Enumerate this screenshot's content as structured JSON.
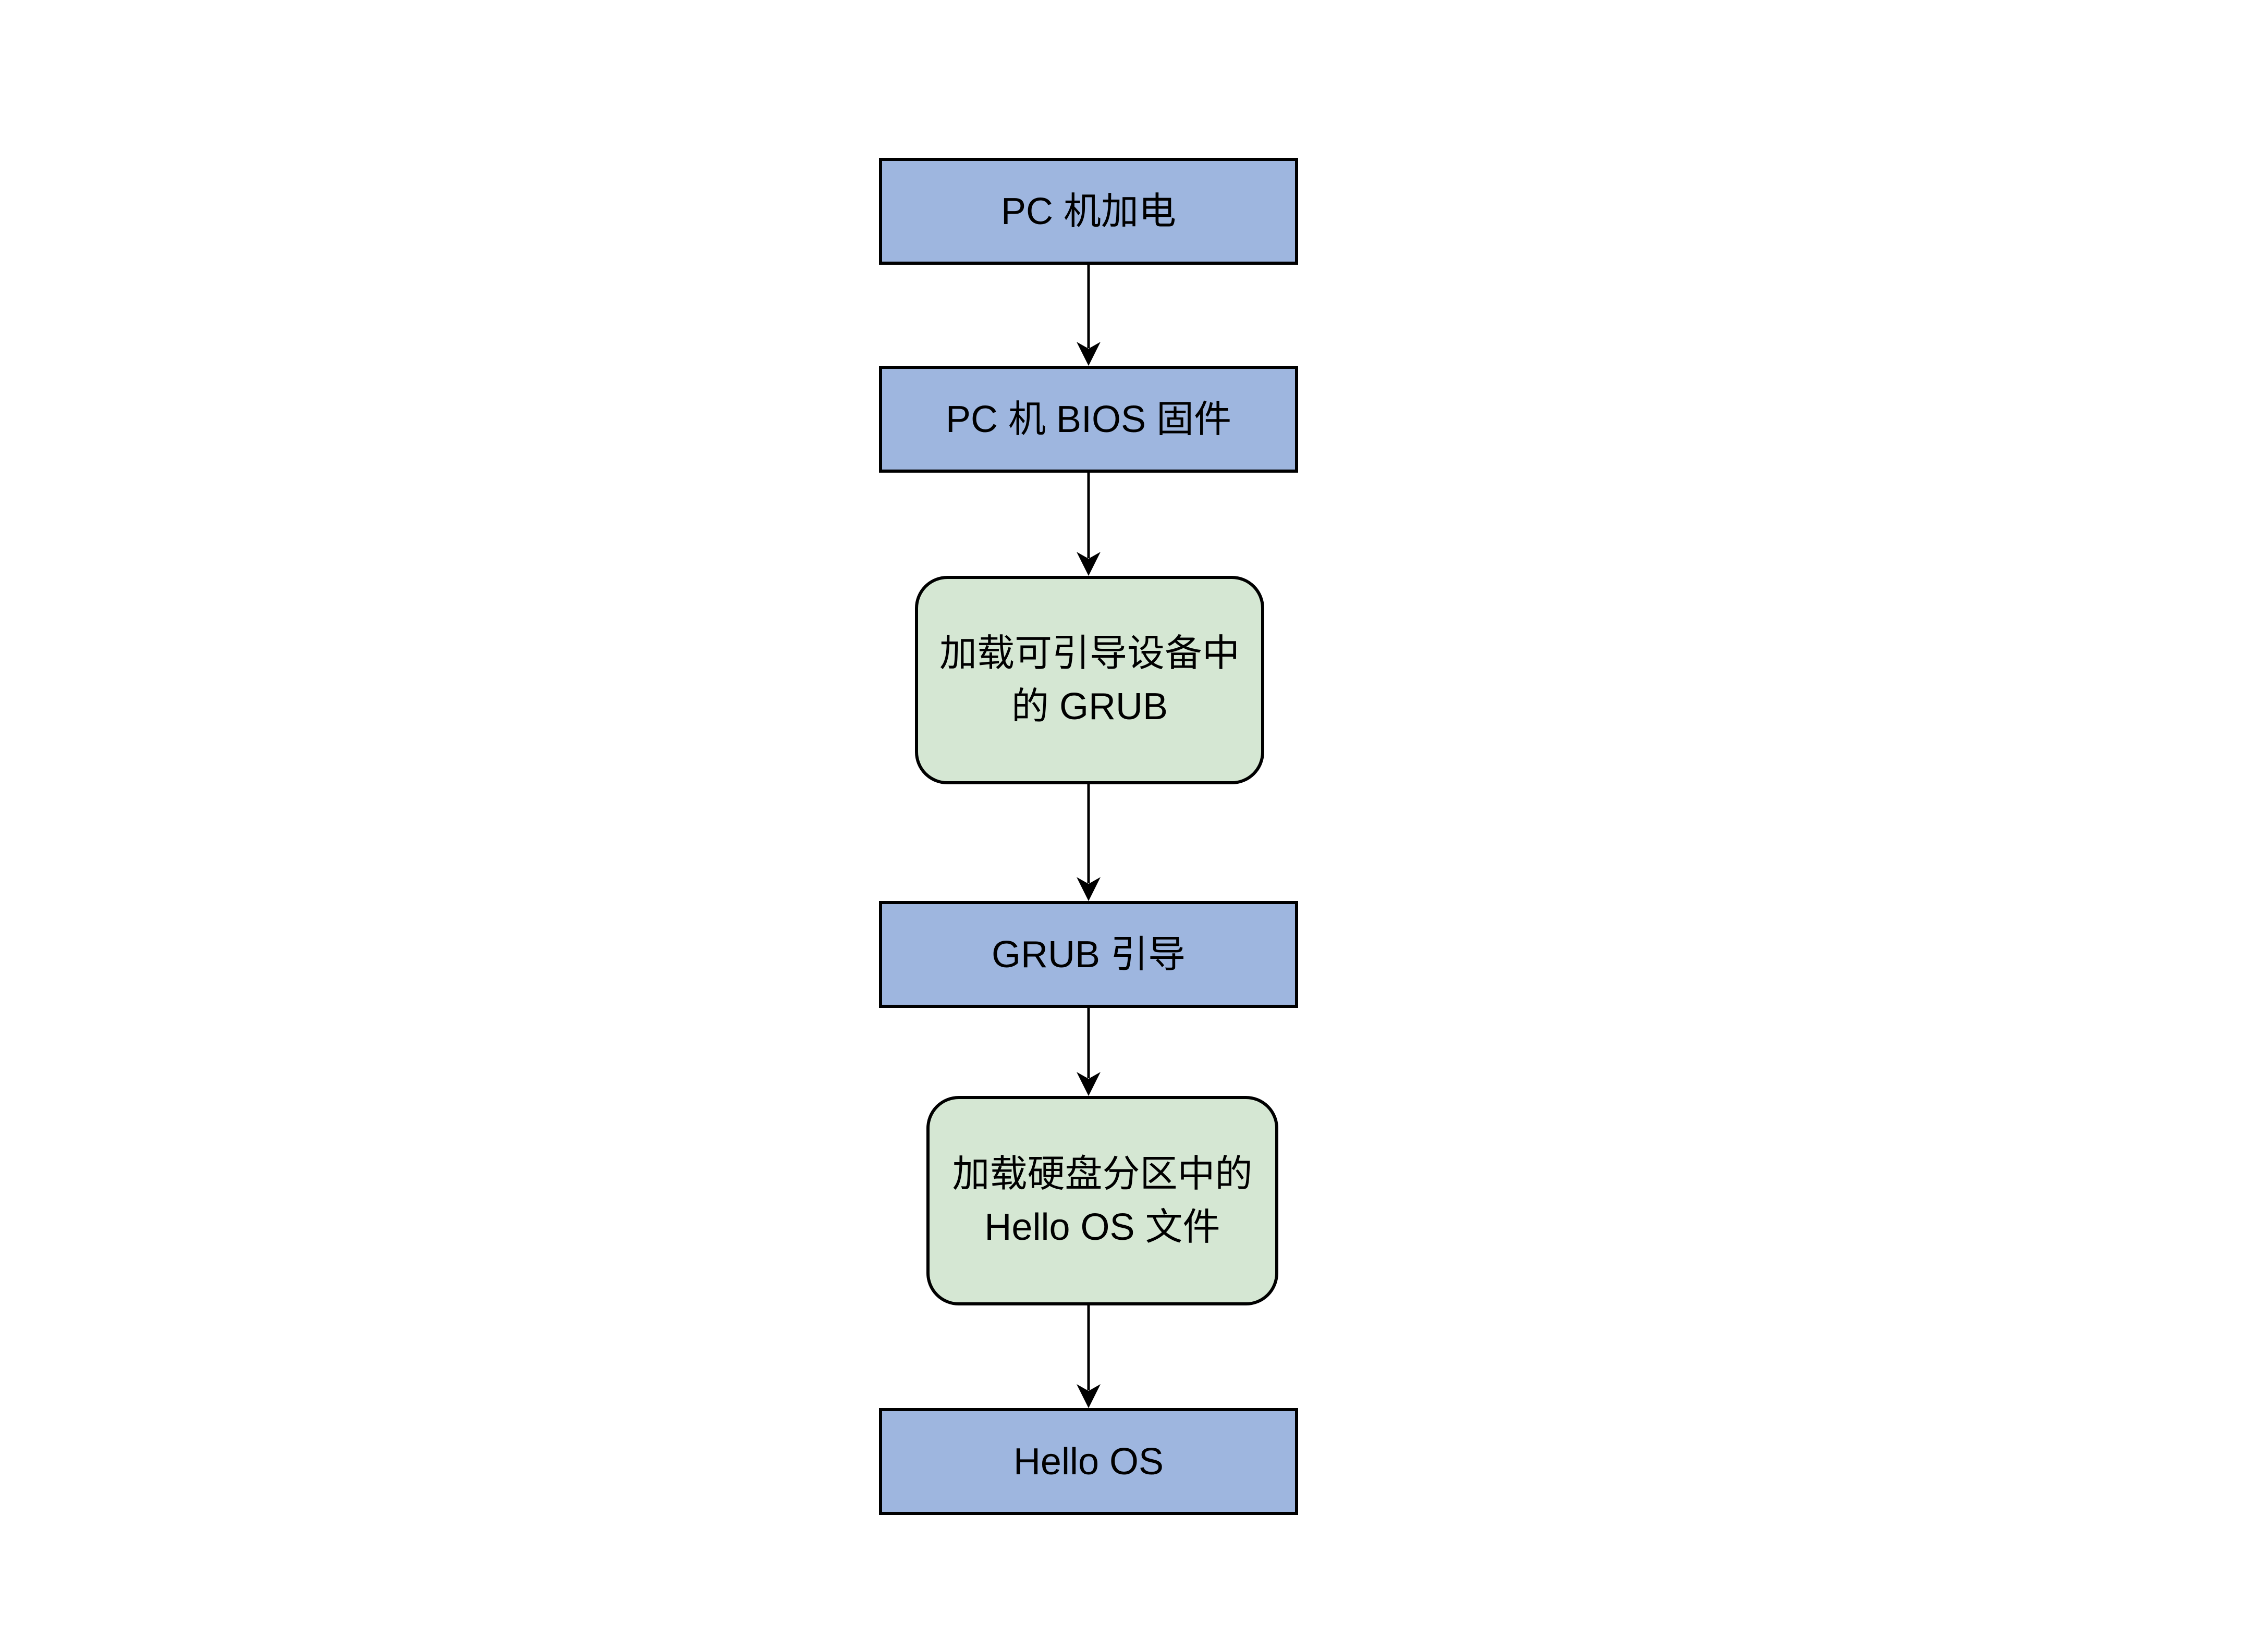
{
  "diagram": {
    "type": "flowchart",
    "direction": "top-down",
    "colors": {
      "background": "#ffffff",
      "process_fill": "#9eb6df",
      "loader_fill": "#d5e7d3",
      "border": "#000000",
      "arrow": "#000000",
      "text": "#000000"
    },
    "nodes": [
      {
        "id": "pc-power-on",
        "shape": "rectangle",
        "label": "PC 机加电",
        "fill": "#9eb6df"
      },
      {
        "id": "pc-bios-firmware",
        "shape": "rectangle",
        "label": "PC 机 BIOS 固件",
        "fill": "#9eb6df"
      },
      {
        "id": "load-grub",
        "shape": "rounded-rectangle",
        "label": "加载可引导设备中\n的 GRUB",
        "fill": "#d5e7d3"
      },
      {
        "id": "grub-boot",
        "shape": "rectangle",
        "label": "GRUB 引导",
        "fill": "#9eb6df"
      },
      {
        "id": "load-hello-os-file",
        "shape": "rounded-rectangle",
        "label": "加载硬盘分区中的\nHello OS 文件",
        "fill": "#d5e7d3"
      },
      {
        "id": "hello-os",
        "shape": "rectangle",
        "label": "Hello OS",
        "fill": "#9eb6df"
      }
    ],
    "edges": [
      {
        "from": "pc-power-on",
        "to": "pc-bios-firmware"
      },
      {
        "from": "pc-bios-firmware",
        "to": "load-grub"
      },
      {
        "from": "load-grub",
        "to": "grub-boot"
      },
      {
        "from": "grub-boot",
        "to": "load-hello-os-file"
      },
      {
        "from": "load-hello-os-file",
        "to": "hello-os"
      }
    ]
  }
}
